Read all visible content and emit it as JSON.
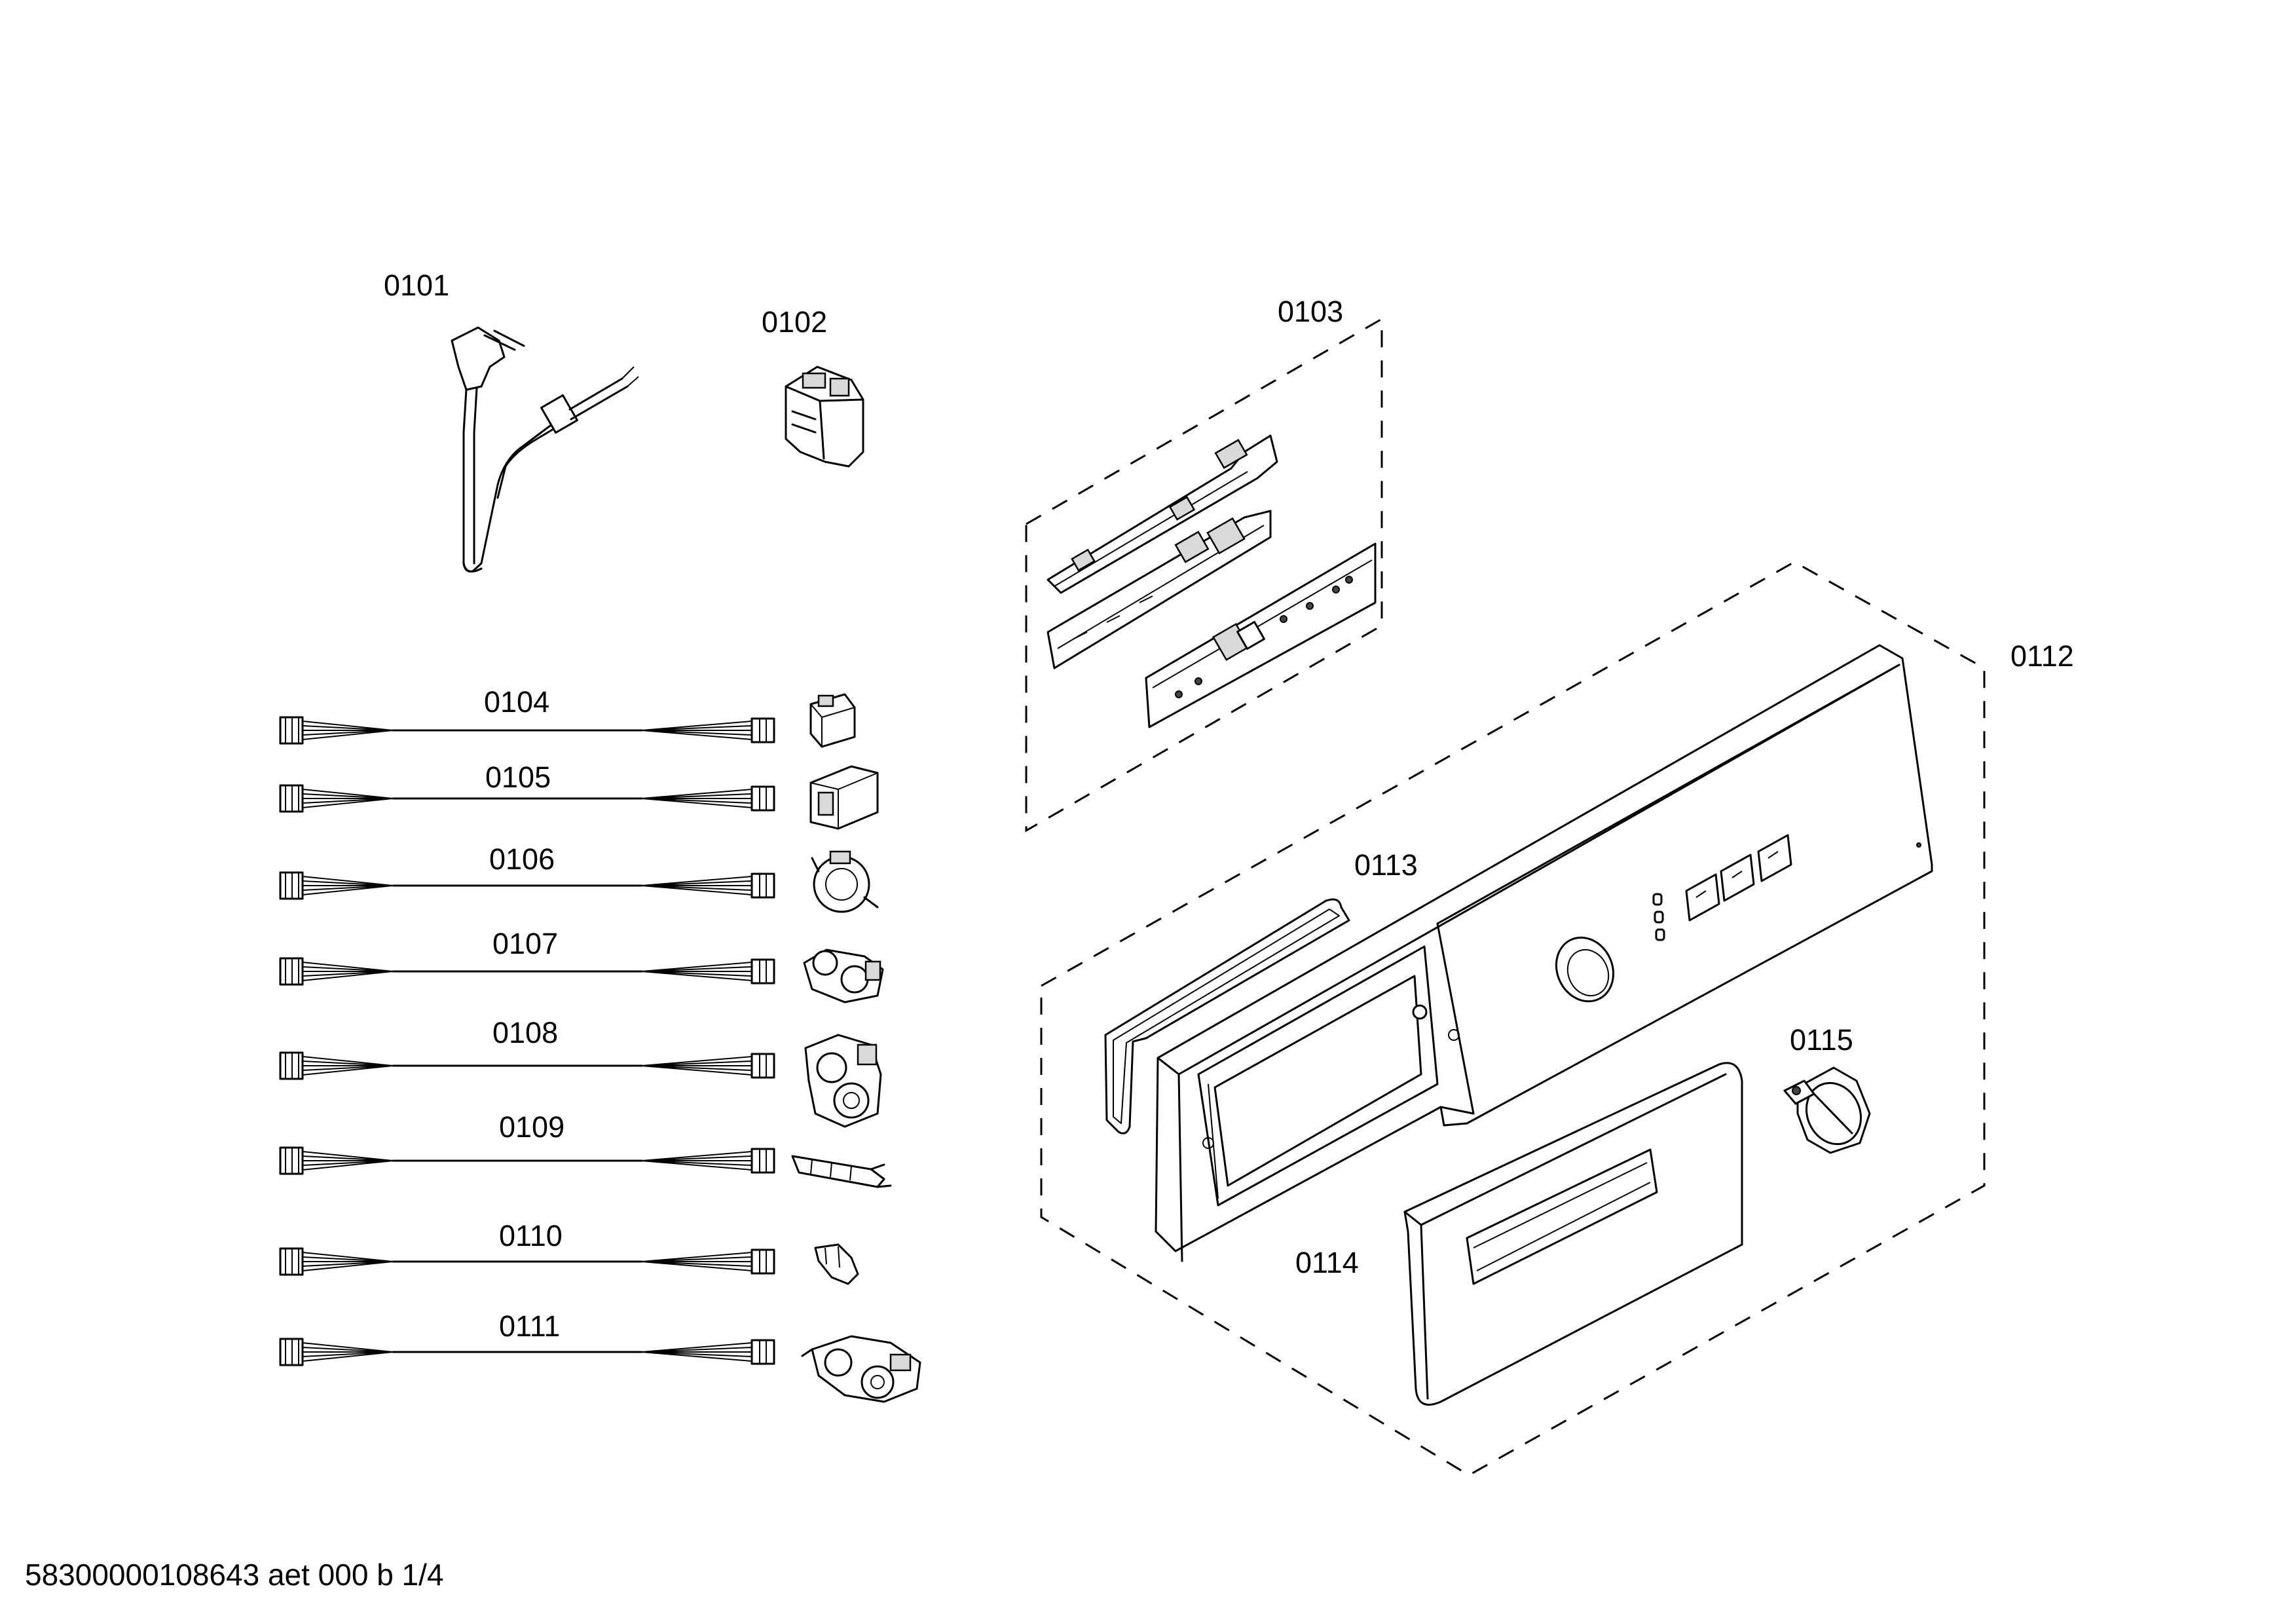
{
  "labels": {
    "p0101": "0101",
    "p0102": "0102",
    "p0103": "0103",
    "p0104": "0104",
    "p0105": "0105",
    "p0106": "0106",
    "p0107": "0107",
    "p0108": "0108",
    "p0109": "0109",
    "p0110": "0110",
    "p0111": "0111",
    "p0112": "0112",
    "p0113": "0113",
    "p0114": "0114",
    "p0115": "0115"
  },
  "footer": "58300000108643 aet 000 b 1/4"
}
